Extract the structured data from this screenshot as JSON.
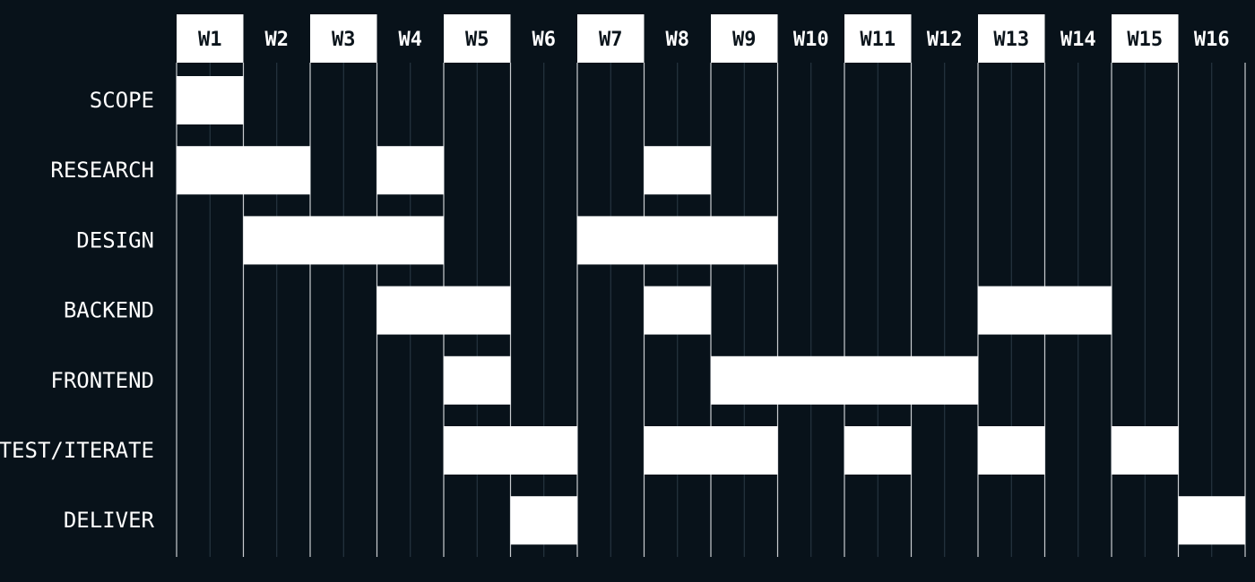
{
  "chart_data": {
    "type": "gantt",
    "colors": {
      "background": "#08121a",
      "bar": "#ffffff",
      "header_fill": "#ffffff",
      "header_text_dark": "#0b141b",
      "header_text_light": "#ffffff",
      "gridline_major": "#c8ccd0",
      "gridline_minor": "#2a3a46"
    },
    "weeks": [
      "W1",
      "W2",
      "W3",
      "W4",
      "W5",
      "W6",
      "W7",
      "W8",
      "W9",
      "W10",
      "W11",
      "W12",
      "W13",
      "W14",
      "W15",
      "W16"
    ],
    "tasks": [
      {
        "name": "SCOPE",
        "spans": [
          [
            1,
            1
          ]
        ]
      },
      {
        "name": "RESEARCH",
        "spans": [
          [
            1,
            2
          ],
          [
            4,
            4
          ],
          [
            8,
            8
          ]
        ]
      },
      {
        "name": "DESIGN",
        "spans": [
          [
            2,
            4
          ],
          [
            7,
            9
          ]
        ]
      },
      {
        "name": "BACKEND",
        "spans": [
          [
            4,
            5
          ],
          [
            8,
            8
          ],
          [
            13,
            14
          ]
        ]
      },
      {
        "name": "FRONTEND",
        "spans": [
          [
            5,
            5
          ],
          [
            9,
            12
          ]
        ]
      },
      {
        "name": "TEST/ITERATE",
        "spans": [
          [
            5,
            6
          ],
          [
            8,
            9
          ],
          [
            11,
            11
          ],
          [
            13,
            13
          ],
          [
            15,
            15
          ]
        ]
      },
      {
        "name": "DELIVER",
        "spans": [
          [
            6,
            6
          ],
          [
            16,
            16
          ]
        ]
      }
    ]
  }
}
